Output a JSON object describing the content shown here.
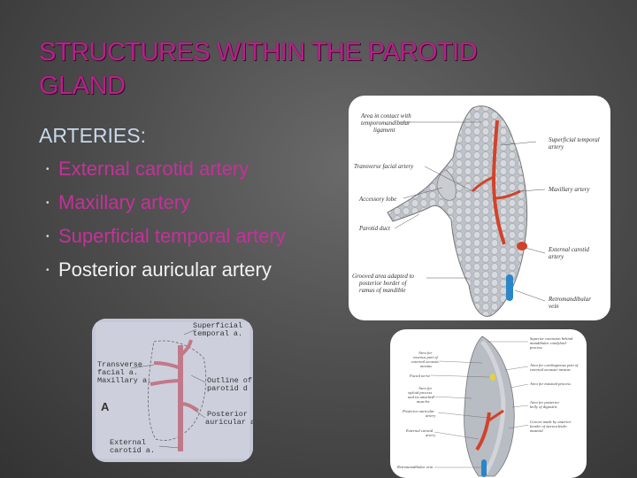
{
  "slide": {
    "title_line1": "STRUCTURES WITHIN THE PAROTID",
    "title_line2": "GLAND",
    "section_heading": "ARTERIES",
    "section_colon": ":",
    "bullets": [
      "External carotid artery",
      "Maxillary artery",
      "Superficial temporal artery",
      "Posterior auricular artery"
    ]
  },
  "figure1": {
    "left_labels": [
      "Area in contact with",
      "temporomandibular",
      "ligament",
      "Transverse facial artery",
      "Accessory lobe",
      "Parotid duct",
      "Grooved area adapted to",
      "posterior border of",
      "ramus of mandible"
    ],
    "right_labels": [
      "Superficial temporal",
      "artery",
      "Maxillary artery",
      "External carotid",
      "artery",
      "Retromandibular",
      "vein"
    ]
  },
  "figure2": {
    "labels": [
      "Superficial",
      "temporal a.",
      "Transverse",
      "facial a.",
      "Maxillary a.",
      "Outline of",
      "parotid d",
      "A",
      "Posterior",
      "auricular a.",
      "External",
      "carotid a."
    ]
  },
  "figure3": {
    "left_labels": [
      "Area for",
      "osseous part of",
      "external acoustic",
      "meatus",
      "Facial nerve",
      "Area for",
      "styloid process",
      "and its attached",
      "muscles",
      "Posterior auricular",
      "artery",
      "External carotid",
      "artery",
      "Retromandibular vein"
    ],
    "right_labels": [
      "Superior extension behind",
      "mandibular condyloid",
      "process",
      "Area for cartilaginous part of",
      "external acoustic meatus",
      "Area for mastoid process",
      "Area for posterior",
      "belly of digastric",
      "Groove made by anterior",
      "border of sternocleido-",
      "mastoid"
    ]
  },
  "colors": {
    "title": "#b9208a",
    "heading": "#c8d8ea",
    "bullet_highlight": "#c7309a",
    "bullet_text": "#f2f2f2",
    "artery": "#d0432b",
    "vein": "#2a86c8"
  }
}
